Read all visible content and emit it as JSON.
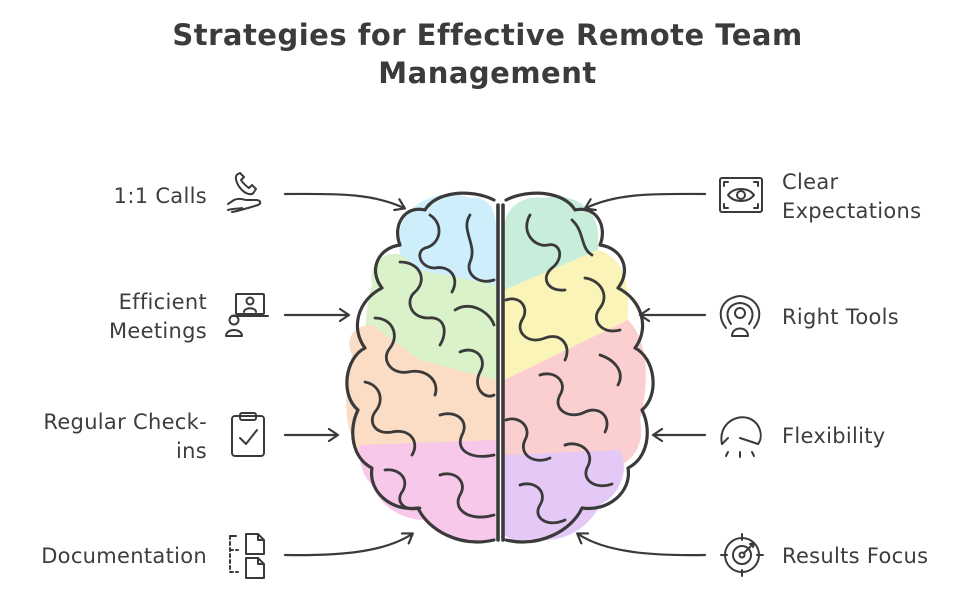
{
  "title": {
    "line1": "Strategies for Effective Remote Team",
    "line2": "Management"
  },
  "left_items": [
    {
      "lines": [
        "1:1 Calls"
      ],
      "icon": "phone-hand-icon"
    },
    {
      "lines": [
        "Efficient",
        "Meetings"
      ],
      "icon": "video-meeting-icon"
    },
    {
      "lines": [
        "Regular Check-",
        "ins"
      ],
      "icon": "clipboard-check-icon"
    },
    {
      "lines": [
        "Documentation"
      ],
      "icon": "documents-icon"
    }
  ],
  "right_items": [
    {
      "lines": [
        "Clear",
        "Expectations"
      ],
      "icon": "eye-frame-icon"
    },
    {
      "lines": [
        "Right Tools"
      ],
      "icon": "broadcast-user-icon"
    },
    {
      "lines": [
        "Flexibility"
      ],
      "icon": "gauge-icon"
    },
    {
      "lines": [
        "Results Focus"
      ],
      "icon": "target-icon"
    }
  ],
  "colors": {
    "blue": "#cdeefa",
    "green": "#d9f2c9",
    "mint": "#c8eedb",
    "yellow": "#fbf4b8",
    "orange": "#fbdcc4",
    "red": "#fbcfcf",
    "pink": "#f7c8ea",
    "purple": "#e4c9f6",
    "stroke": "#3a3a3a"
  }
}
